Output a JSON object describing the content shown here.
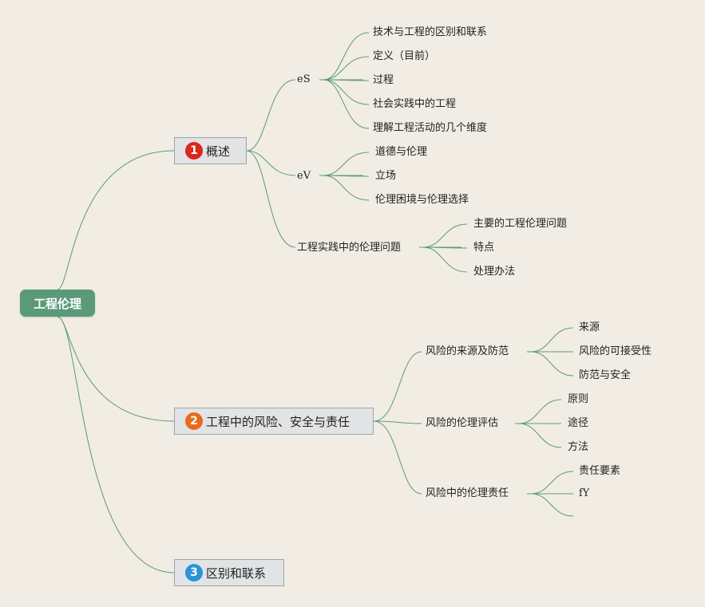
{
  "root": "工程伦理",
  "colors": {
    "background": "#f1ede4",
    "line": "#5b9a79",
    "root": "#5b9a79",
    "badge_1": "#d9281c",
    "badge_2": "#e86b1c",
    "badge_3": "#2b94d6"
  },
  "branches": [
    {
      "badge": "1",
      "label": "概述",
      "children": [
        {
          "label": "eS",
          "children": [
            "技术与工程的区别和联系",
            "定义（目前）",
            "过程",
            "社会实践中的工程",
            "理解工程活动的几个维度"
          ]
        },
        {
          "label": "eV",
          "children": [
            "道德与伦理",
            "立场",
            "伦理困境与伦理选择"
          ]
        },
        {
          "label": "工程实践中的伦理问题",
          "children": [
            "主要的工程伦理问题",
            "特点",
            "处理办法"
          ]
        }
      ]
    },
    {
      "badge": "2",
      "label": "工程中的风险、安全与责任",
      "children": [
        {
          "label": "风险的来源及防范",
          "children": [
            "来源",
            "风险的可接受性",
            "防范与安全"
          ]
        },
        {
          "label": "风险的伦理评估",
          "children": [
            "原则",
            "途径",
            "方法"
          ]
        },
        {
          "label": "风险中的伦理责任",
          "children": [
            "责任要素",
            "fY",
            ""
          ]
        }
      ]
    },
    {
      "badge": "3",
      "label": "区别和联系",
      "children": []
    }
  ]
}
